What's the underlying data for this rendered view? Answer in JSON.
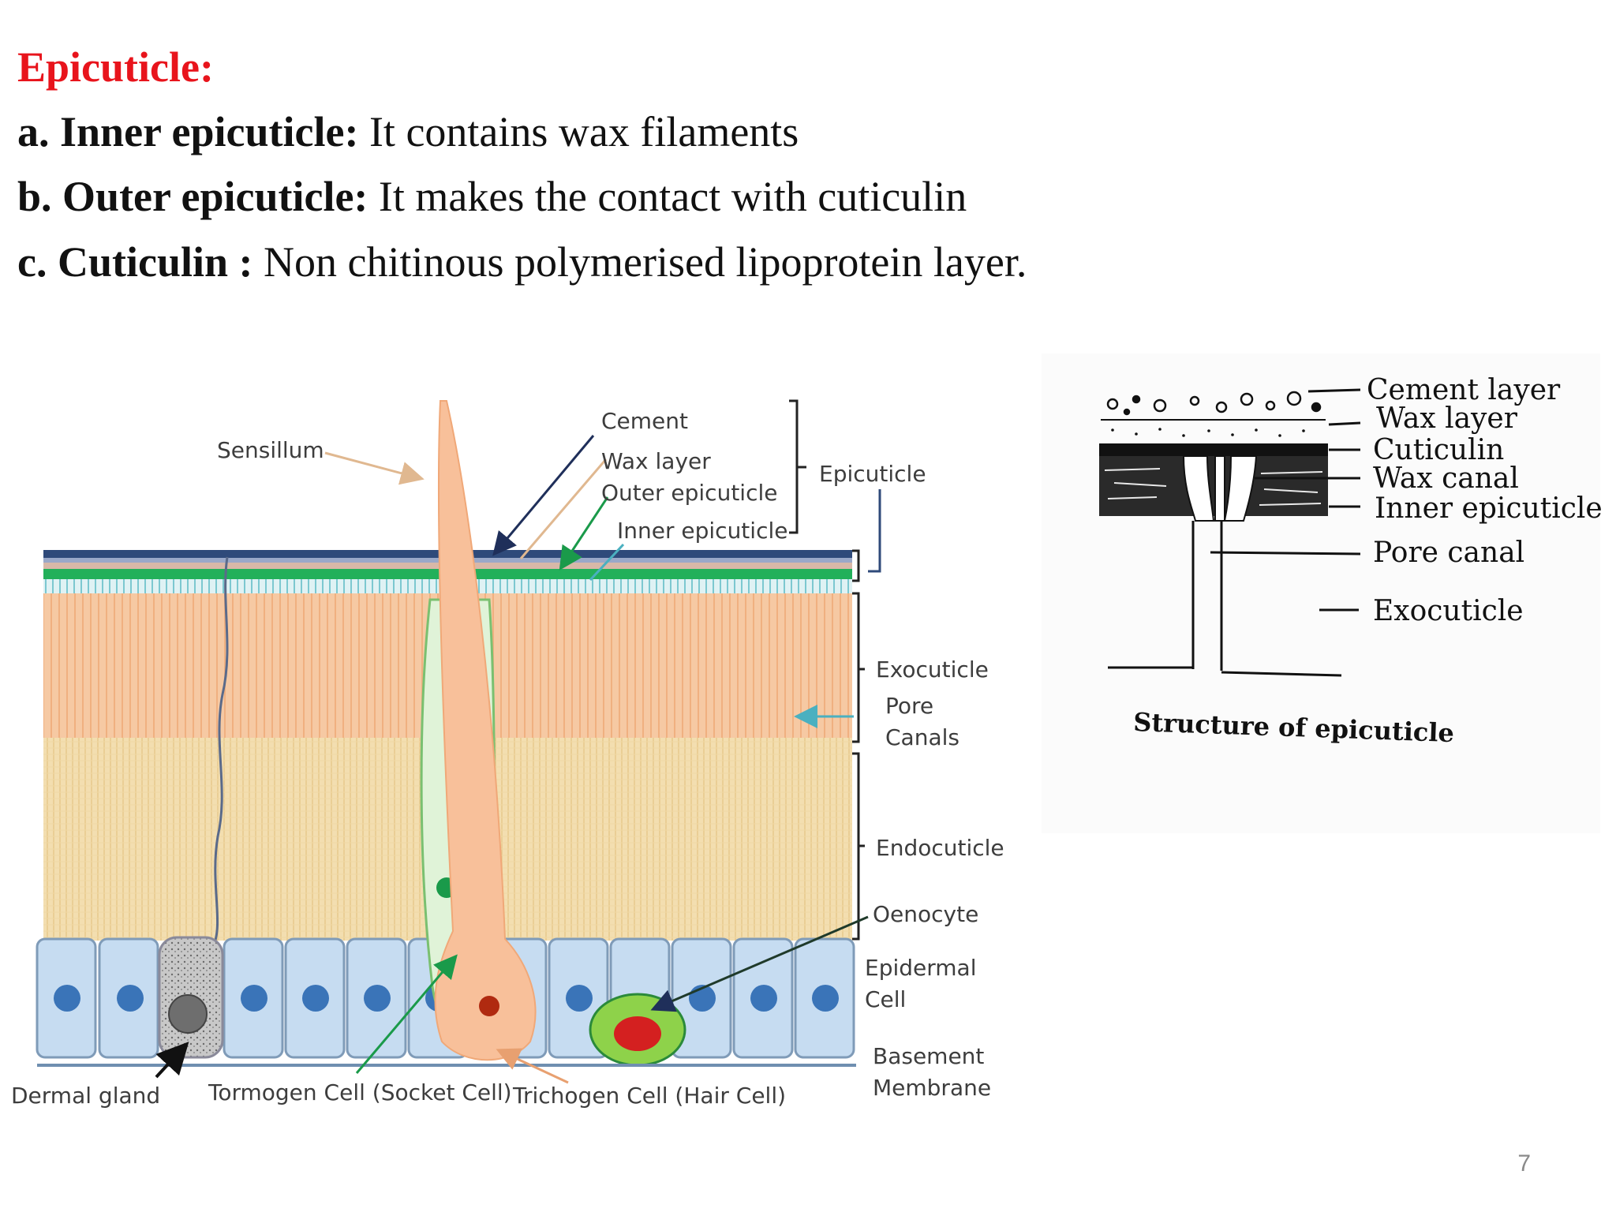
{
  "heading": "Epicuticle:",
  "bullets": [
    {
      "term": "a. Inner epicuticle:",
      "text": " It contains wax filaments"
    },
    {
      "term": "b. Outer epicuticle:",
      "text": " It makes the contact with cuticulin"
    },
    {
      "term": "c. Cuticulin :",
      "text": " Non chitinous polymerised lipoprotein layer."
    }
  ],
  "left_diagram": {
    "labels": {
      "sensillum": "Sensillum",
      "cement": "Cement",
      "wax_layer": "Wax layer",
      "outer_epicuticle": "Outer epicuticle",
      "inner_epicuticle": "Inner epicuticle",
      "epicuticle": "Epicuticle",
      "exocuticle": "Exocuticle",
      "pore_canals_1": "Pore",
      "pore_canals_2": "Canals",
      "endocuticle": "Endocuticle",
      "oenocyte": "Oenocyte",
      "epidermal_cell_1": "Epidermal",
      "epidermal_cell_2": "Cell",
      "basement_membrane_1": "Basement",
      "basement_membrane_2": "Membrane",
      "dermal_gland": "Dermal gland",
      "tormogen_cell": "Tormogen Cell (Socket Cell)",
      "trichogen_cell": "Trichogen Cell (Hair Cell)"
    }
  },
  "right_diagram": {
    "labels": {
      "cement_layer": "Cement layer",
      "wax_layer": "Wax layer",
      "cuticulin": "Cuticulin",
      "wax_canal": "Wax canal",
      "inner_epicuticle": "Inner epicuticle",
      "pore_canal": "Pore canal",
      "exocuticle": "Exocuticle"
    },
    "caption": "Structure of epicuticle"
  },
  "page_number": "7"
}
